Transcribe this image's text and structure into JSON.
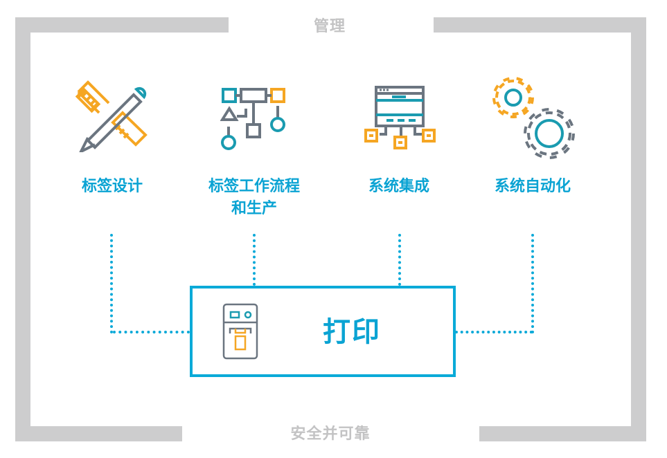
{
  "frame": {
    "top_label": "管理",
    "bottom_label": "安全并可靠"
  },
  "stages": [
    {
      "label": "标签设计",
      "icon": "ruler-pencil-icon"
    },
    {
      "label_line1": "标签工作流程",
      "label_line2": "和生产",
      "icon": "workflow-icon"
    },
    {
      "label": "系统集成",
      "icon": "system-integration-icon"
    },
    {
      "label": "系统自动化",
      "icon": "gears-icon"
    }
  ],
  "center": {
    "label": "打印",
    "icon": "printer-icon"
  },
  "colors": {
    "blue": "#0aa3d3",
    "teal": "#1a9bb0",
    "orange": "#f5a623",
    "gray": "#6b7580",
    "frame": "#cdcdce"
  }
}
